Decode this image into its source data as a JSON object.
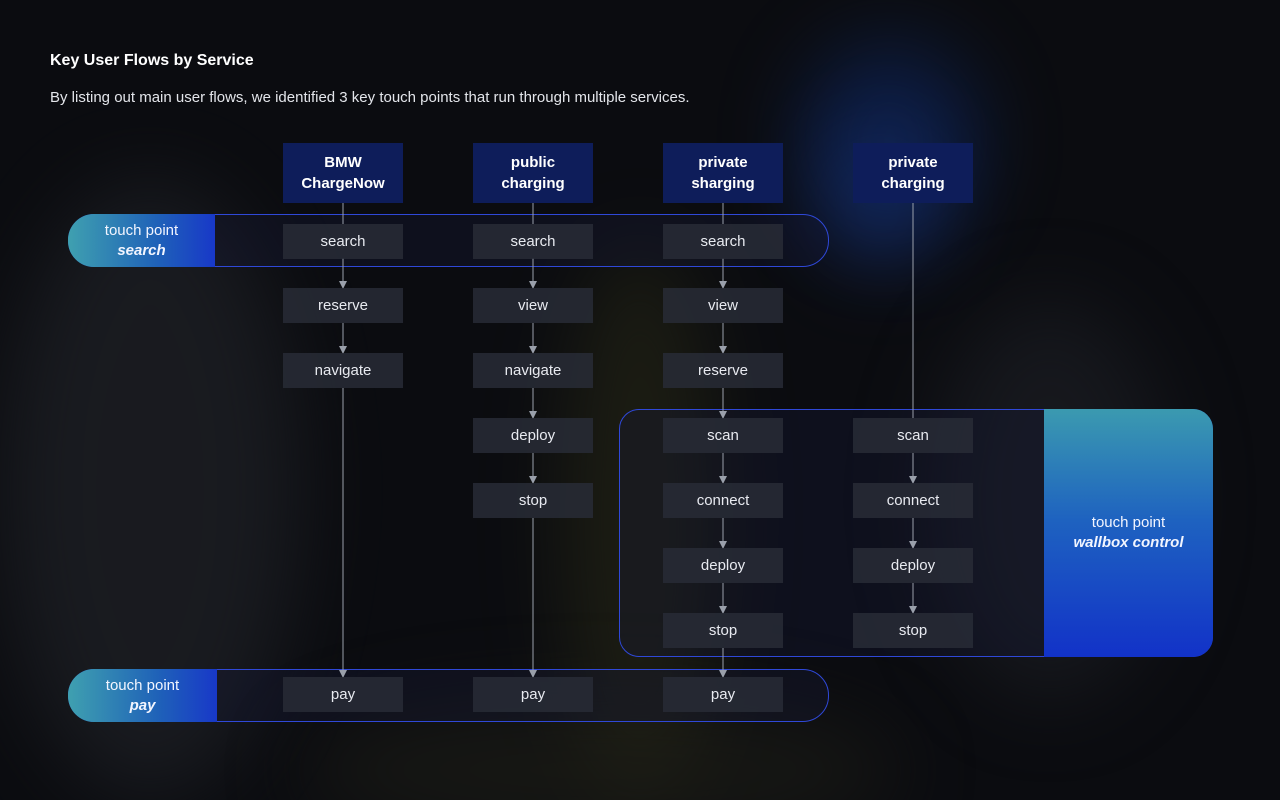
{
  "title": "Key User Flows by Service",
  "subtitle": "By listing out main user flows, we identified 3 key touch points that run through multiple services.",
  "touch_points": {
    "search": {
      "prefix": "touch point",
      "name": "search"
    },
    "pay": {
      "prefix": "touch point",
      "name": "pay"
    },
    "wallbox": {
      "prefix": "touch point",
      "name": "wallbox control"
    }
  },
  "services": [
    {
      "line1": "BMW",
      "line2": "ChargeNow",
      "steps": [
        "search",
        "reserve",
        "navigate",
        "pay"
      ]
    },
    {
      "line1": "public",
      "line2": "charging",
      "steps": [
        "search",
        "view",
        "navigate",
        "deploy",
        "stop",
        "pay"
      ]
    },
    {
      "line1": "private",
      "line2": "sharging",
      "steps": [
        "search",
        "view",
        "reserve",
        "scan",
        "connect",
        "deploy",
        "stop",
        "pay"
      ]
    },
    {
      "line1": "private",
      "line2": "charging",
      "steps": [
        "scan",
        "connect",
        "deploy",
        "stop"
      ]
    }
  ],
  "colors": {
    "accent_blue": "#2f48d8",
    "header_fill": "#0e1d5a",
    "gradient_start": "#3fa0b0",
    "gradient_end": "#1838c8",
    "step_fill": "#282c36",
    "arrow": "#9aa0ab"
  }
}
